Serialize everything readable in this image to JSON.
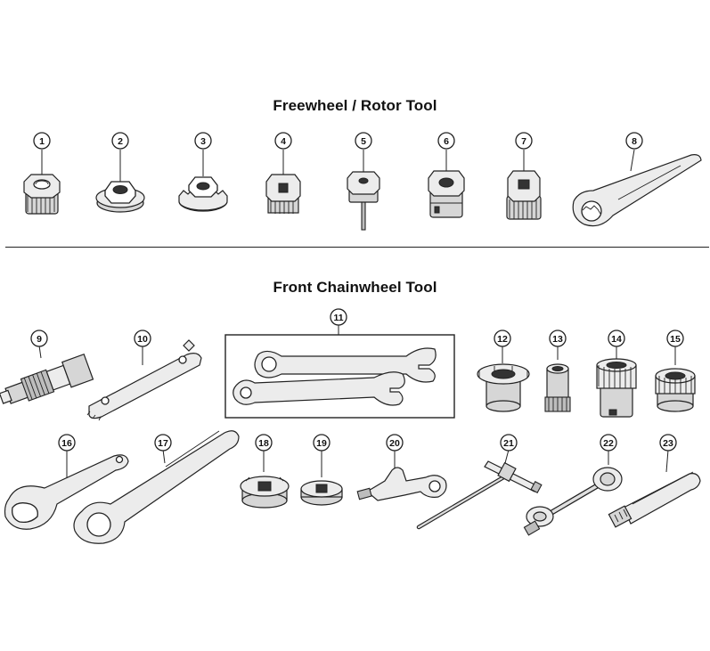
{
  "sections": {
    "top_title": "Freewheel / Rotor Tool",
    "bottom_title": "Front Chainwheel Tool"
  },
  "callouts": [
    "1",
    "2",
    "3",
    "4",
    "5",
    "6",
    "7",
    "8",
    "9",
    "10",
    "11",
    "12",
    "13",
    "14",
    "15",
    "16",
    "17",
    "18",
    "19",
    "20",
    "21",
    "22",
    "23"
  ],
  "colors": {
    "line": "#222222",
    "background": "#ffffff",
    "shade": "#d6d6d6"
  }
}
